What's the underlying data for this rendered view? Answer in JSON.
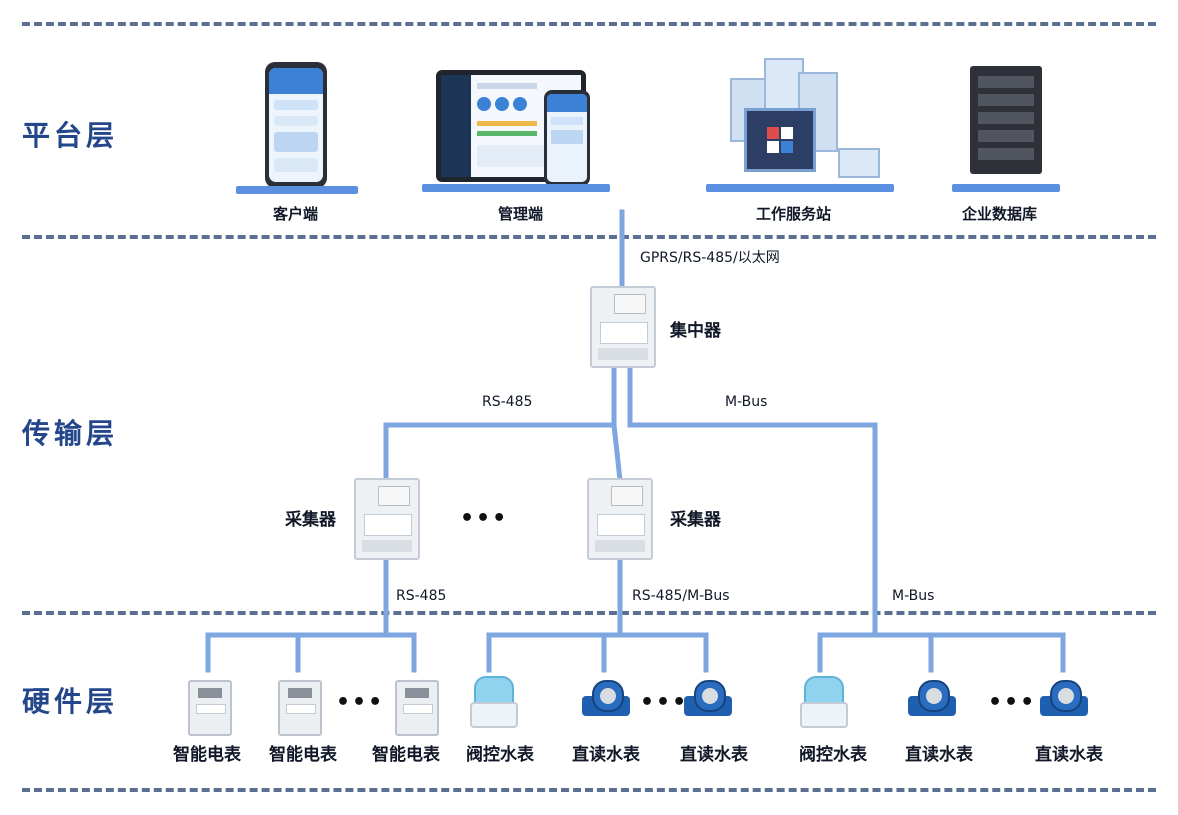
{
  "layers": {
    "platform": "平台层",
    "transport": "传输层",
    "hardware": "硬件层"
  },
  "platform": {
    "client": "客户端",
    "admin": "管理端",
    "workstation": "工作服务站",
    "database": "企业数据库"
  },
  "links": {
    "uplink": "GPRS/RS-485/以太网",
    "rs485_a": "RS-485",
    "mbus_a": "M-Bus",
    "rs485_b": "RS-485",
    "rs485_mbus": "RS-485/M-Bus",
    "mbus_b": "M-Bus"
  },
  "devices": {
    "concentrator": "集中器",
    "collector_left": "采集器",
    "collector_right": "采集器",
    "ellipsis": "•••"
  },
  "hardware": {
    "electric_meter_1": "智能电表",
    "electric_meter_2": "智能电表",
    "electric_meter_3": "智能电表",
    "valve_meter_1": "阀控水表",
    "direct_meter_1": "直读水表",
    "direct_meter_2": "直读水表",
    "valve_meter_2": "阀控水表",
    "direct_meter_3": "直读水表",
    "direct_meter_4": "直读水表",
    "ellipsis": "•••"
  },
  "colors": {
    "wire": "#7ea6e0",
    "layer_text": "#24468a",
    "dash": "#5b6f93",
    "meter_blue": "#1f5fb0",
    "valve_cyan": "#8fd3ef"
  }
}
